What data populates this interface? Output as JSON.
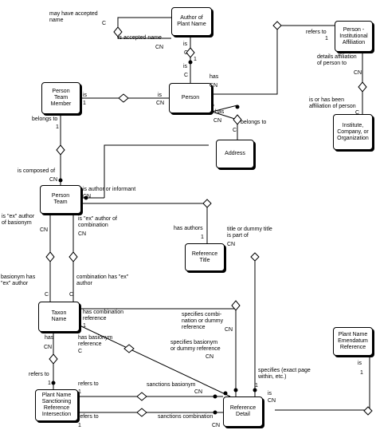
{
  "entities": {
    "author": "Author of\nPlant Name",
    "person": "Person",
    "affiliation": "Person -\nInstitutional\nAffiliation",
    "institute": "Institute,\nCompany, or\nOrganization",
    "team_member": "Person\nTeam\nMember",
    "address": "Address",
    "team": "Person\nTeam",
    "ref_title": "Reference\nTitle",
    "taxon": "Taxon\nName",
    "emendatum": "Plant Name\nEmendatum\nReference",
    "sanctioning": "Plant Name\nSanctioning\nReference\nIntersection",
    "ref_detail": "Reference\nDetail"
  },
  "labels": {
    "may_have_accepted": "may have accepted\nname",
    "c_self_top": "C",
    "is_accepted_name": "is accepted name",
    "cn_self": "CN",
    "is_author": "is",
    "c_author_bottom": "C",
    "one_author": "1",
    "is_person_author": "is",
    "c_person_top": "C",
    "has_person": "has",
    "cn_person": "CN",
    "refers_to_aff": "refers to",
    "one_aff": "1",
    "details_affiliation": "details affiliation\nof person to",
    "cn_aff": "CN",
    "is_or_has_been": "is or has been\naffiliation of person",
    "c_inst": "C",
    "is_tm": "is",
    "one_tm": "1",
    "is_person_tm": "is",
    "cn_person_tm": "CN",
    "has_addr": "has",
    "cn_addr": "CN",
    "belongs_to_addr": "belongs to",
    "c_addr": "C",
    "belongs_to_tm": "belongs to",
    "one_belongs": "1",
    "is_composed_of": "is composed of",
    "cn_composed": "CN",
    "is_author_informant": "is author or informant",
    "cn_team": "CN",
    "has_authors": "has authors",
    "one_authors": "1",
    "is_ex_basionym": "is \"ex\" author\nof basionym",
    "cn_basionym_team": "CN",
    "is_ex_combination": "is \"ex\" author of\ncombination",
    "cn_combination_team": "CN",
    "title_or_dummy": "title or dummy title\nis part of",
    "cn_title": "CN",
    "basionym_has_ex": "basionym has\n\"ex\" author",
    "combination_has_ex": "combination has \"ex\"\nauthor",
    "c_basionym_taxon": "C",
    "c_combination_taxon": "C",
    "has_combination_ref": "has combination\nreference",
    "one_combination_ref": "1",
    "specifies_combination": "specifies combi-\nnation or dummy\nreference",
    "cn_spec_comb": "CN",
    "has_basionym_ref": "has basionym\nreference",
    "c_basionym_ref": "C",
    "specifies_basionym": "specifies basionym\nor dummy reference",
    "cn_spec_bas": "CN",
    "has_sanct": "has",
    "cn_sanct": "CN",
    "refers_to_sanct": "refers to",
    "one_sanct": "1",
    "specifies_exact_page": "specifies (exact page\nwithin, etc.)",
    "one_page": "1",
    "is_emend": "is",
    "one_emend": "1",
    "is_detail": "is",
    "cn_detail": "CN",
    "refers_to_a": "refers to",
    "one_a": "1",
    "refers_to_b": "refers to",
    "one_b": "1",
    "sanctions_basionym": "sanctions basionym",
    "cn_sb": "CN",
    "sanctions_combination": "sanctions combination",
    "cn_sc": "CN"
  }
}
